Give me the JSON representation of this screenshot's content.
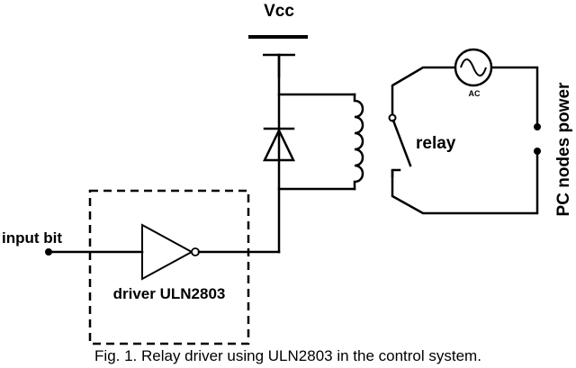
{
  "labels": {
    "vcc": "Vcc",
    "input": "input bit",
    "driver": "driver ULN2803",
    "relay": "relay",
    "ac": "AC",
    "pc_power": "PC nodes power"
  },
  "caption": "Fig. 1. Relay driver  using ULN2803 in the control system."
}
